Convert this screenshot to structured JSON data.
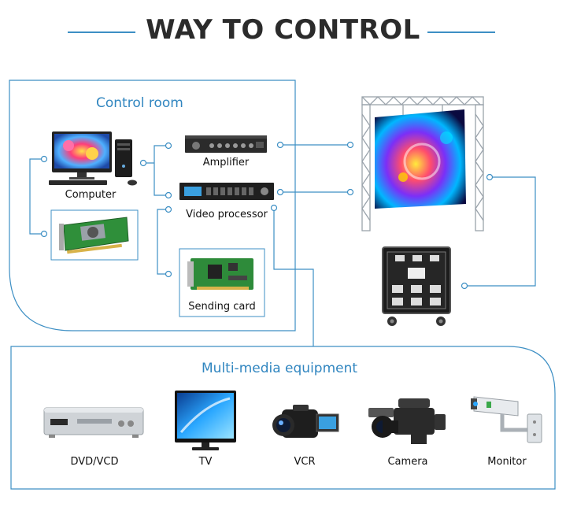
{
  "title": "WAY TO CONTROL",
  "sections": {
    "control_room": "Control room",
    "multimedia": "Multi-media equipment"
  },
  "devices": {
    "computer": "Computer",
    "amplifier": "Amplifier",
    "video_processor": "Video processor",
    "sending_card": "Sending card"
  },
  "multimedia_items": {
    "dvd": "DVD/VCD",
    "tv": "TV",
    "vcr": "VCR",
    "camera": "Camera",
    "monitor": "Monitor"
  },
  "colors": {
    "accent": "#3186c0",
    "line": "#3d8fc4",
    "text": "#111111"
  }
}
